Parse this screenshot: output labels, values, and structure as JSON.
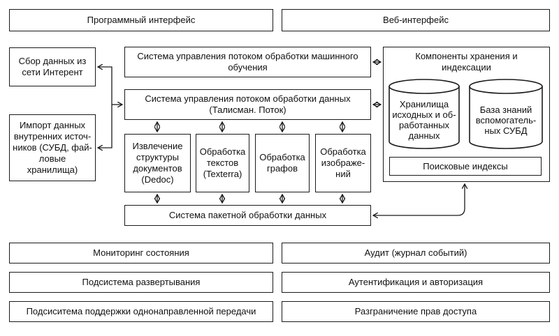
{
  "top": {
    "api": "Программный интерфейс",
    "web": "Веб-интерфейс"
  },
  "sources": {
    "web_collect": "Сбор данных из сети Интерент",
    "import": "Импорт данных внутренних источ-ников (СУБД, фай-ловые хранилища)"
  },
  "core": {
    "ml_flow": "Система управления потоком обработки машинного обучения",
    "data_flow": "Система управления потоком обработки данных (Талисман. Поток)",
    "batch": "Система пакетной обработки данных"
  },
  "modules": {
    "doc_struct": "Извлечение структуры документов (Dedoc)",
    "texts": "Обработка текстов (Texterra)",
    "graphs": "Обработка графов",
    "images": "Обработка изображе-ний"
  },
  "storage": {
    "title": "Компоненты хранения и индексации",
    "raw": "Хранилища исходных и об-работанных данных",
    "kb": "База знаний вспомогатель-ных СУБД",
    "index": "Поисковые индексы"
  },
  "services": {
    "monitoring": "Мониторинг состояния",
    "audit": "Аудит (журнал событий)",
    "deploy": "Подсистема развертывания",
    "auth": "Аутентификация и авторизация",
    "oneway": "Подсиситема поддержки однонаправленной передачи",
    "access": "Разграничение прав доступа"
  },
  "colors": {
    "stroke": "#1a1a1a",
    "background": "#ffffff"
  }
}
